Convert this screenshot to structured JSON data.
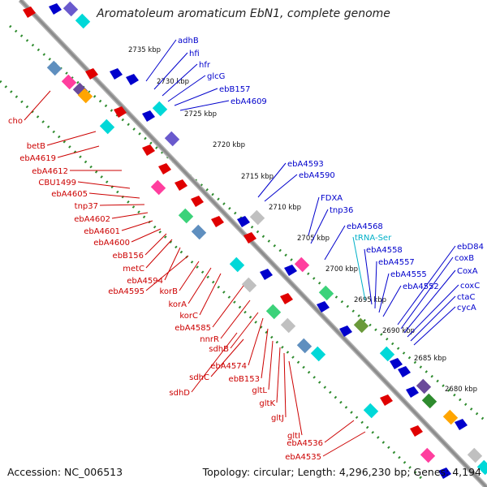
{
  "title": "Aromatoleum aromaticum EbN1, complete genome",
  "footer": {
    "accession": "Accession: NC_006513",
    "topology": "Topology: circular; Length: 4,296,230 bp; Genes: 4,194"
  },
  "colors": {
    "backbone": "#8c8c8c",
    "dotted_track": "#2e8b2e",
    "forward_gene": "#e00000",
    "reverse_gene": "#0000cc",
    "rna_gene": "#00d8d8",
    "label_forward": "#cc0000",
    "label_reverse": "#0000cc",
    "label_trna": "#00b0c8",
    "ruler_text": "#111111"
  },
  "scale_labels": [
    "2735 kbp",
    "2730 kbp",
    "2725 kbp",
    "2720 kbp",
    "2715 kbp",
    "2710 kbp",
    "2705 kbp",
    "2700 kbp",
    "2695 kbp",
    "2690 kbp",
    "2685 kbp",
    "2680 kbp"
  ],
  "labels_right": [
    "adhB",
    "hfi",
    "hfr",
    "glcG",
    "ebB157",
    "ebA4609",
    "ebA4593",
    "ebA4590",
    "FDXA",
    "tnp36",
    "ebA4568",
    "tRNA-Ser",
    "ebA4558",
    "ebA4557",
    "ebA4555",
    "ebA4552",
    "ebD84",
    "coxB",
    "CoxA",
    "coxC",
    "ctaC",
    "cycA"
  ],
  "labels_left": [
    "cho",
    "betB",
    "ebA4619",
    "ebA4612",
    "CBU1499",
    "ebA4605",
    "tnp37",
    "ebA4602",
    "ebA4601",
    "ebA4600",
    "ebB156",
    "metC",
    "ebA4594",
    "ebA4595",
    "korB",
    "korA",
    "korC",
    "ebA4585",
    "nnrR",
    "sdhB",
    "ebA4574",
    "sdhC",
    "ebB153",
    "sdhD",
    "gltL",
    "gltK",
    "gltJ",
    "gltI",
    "ebA4536",
    "ebA4535"
  ]
}
